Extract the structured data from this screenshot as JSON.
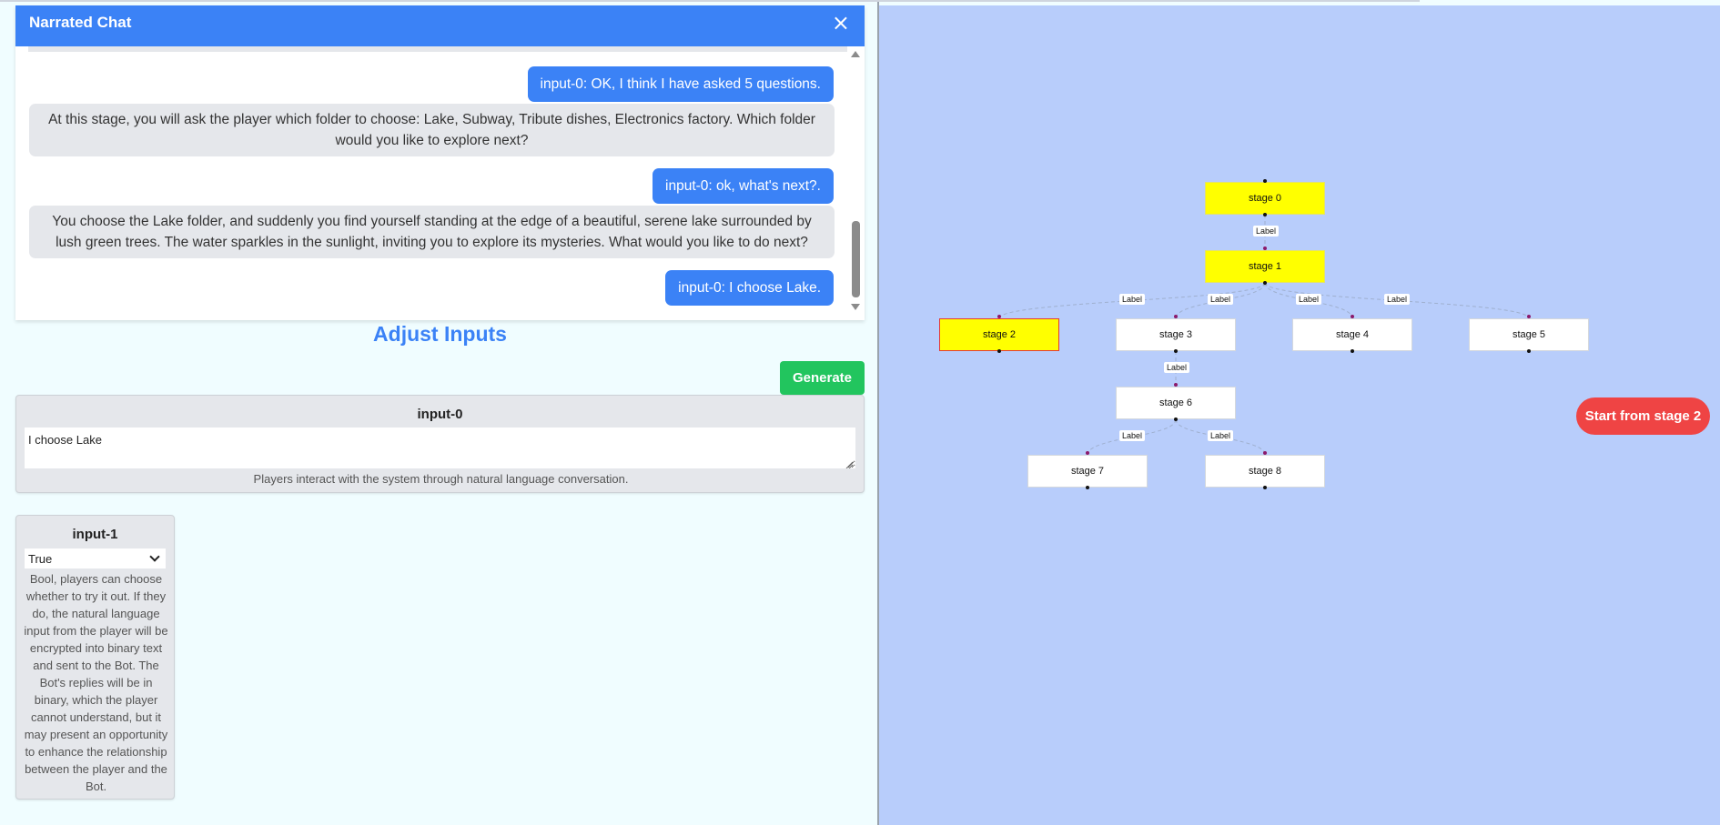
{
  "chat": {
    "title": "Narrated Chat",
    "close_icon": "×",
    "messages": [
      {
        "role": "user",
        "text": "input-0: OK, I think I have asked 5 questions."
      },
      {
        "role": "bot",
        "text": "At this stage, you will ask the player which folder to choose: Lake, Subway, Tribute dishes, Electronics factory. Which folder would you like to explore next?"
      },
      {
        "role": "user",
        "text": "input-0: ok, what's next?."
      },
      {
        "role": "bot",
        "text": "You choose the Lake folder, and suddenly you find yourself standing at the edge of a beautiful, serene lake surrounded by lush green trees. The water sparkles in the sunlight, inviting you to explore its mysteries. What would you like to do next?"
      },
      {
        "role": "user",
        "text": "input-0: I choose Lake."
      }
    ]
  },
  "adjust": {
    "title": "Adjust Inputs",
    "generate_label": "Generate"
  },
  "inputs": [
    {
      "name": "input-0",
      "value": "I choose Lake",
      "description": "Players interact with the system through natural language conversation."
    },
    {
      "name": "input-1",
      "selected": "True",
      "description": "Bool, players can choose whether to try it out. If they do, the natural language input from the player will be encrypted into binary text and sent to the Bot. The Bot's replies will be in binary, which the player cannot understand, but it may present an opportunity to enhance the relationship between the player and the Bot."
    }
  ],
  "flow": {
    "nodes": [
      {
        "id": "stage 0",
        "state": "active"
      },
      {
        "id": "stage 1",
        "state": "active"
      },
      {
        "id": "stage 2",
        "state": "current"
      },
      {
        "id": "stage 3",
        "state": "normal"
      },
      {
        "id": "stage 4",
        "state": "normal"
      },
      {
        "id": "stage 5",
        "state": "normal"
      },
      {
        "id": "stage 6",
        "state": "normal"
      },
      {
        "id": "stage 7",
        "state": "normal"
      },
      {
        "id": "stage 8",
        "state": "normal"
      }
    ],
    "edges": [
      {
        "from": "stage 0",
        "to": "stage 1",
        "label": "Label"
      },
      {
        "from": "stage 1",
        "to": "stage 2",
        "label": "Label"
      },
      {
        "from": "stage 1",
        "to": "stage 3",
        "label": "Label"
      },
      {
        "from": "stage 1",
        "to": "stage 4",
        "label": "Label"
      },
      {
        "from": "stage 1",
        "to": "stage 5",
        "label": "Label"
      },
      {
        "from": "stage 3",
        "to": "stage 6",
        "label": "Label"
      },
      {
        "from": "stage 6",
        "to": "stage 7",
        "label": "Label"
      },
      {
        "from": "stage 6",
        "to": "stage 8",
        "label": "Label"
      }
    ],
    "start_label": "Start from stage 2"
  },
  "colors": {
    "accent": "#3b82f6",
    "generate": "#22c55e",
    "start": "#ef4444",
    "active_node": "#ffff00",
    "canvas": "#b8cdfb"
  }
}
